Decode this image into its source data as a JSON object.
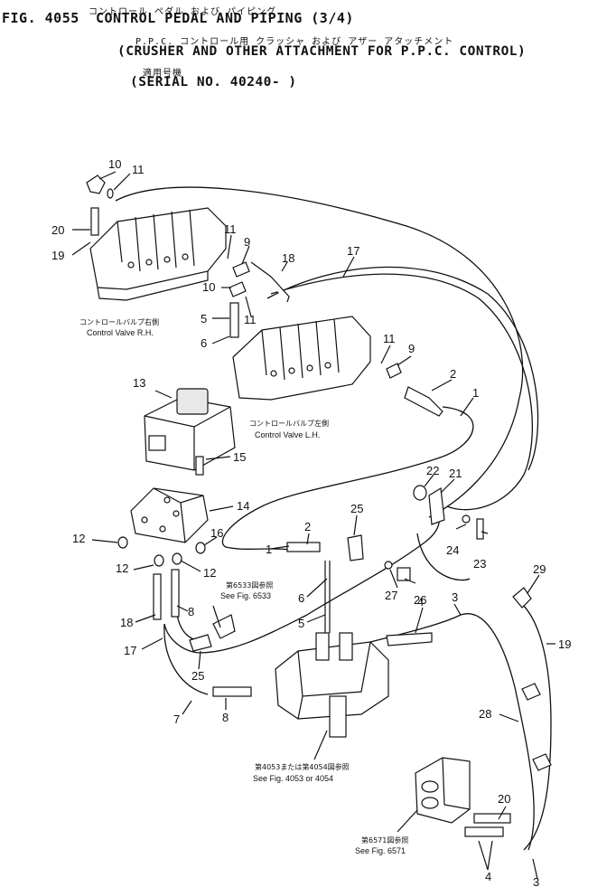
{
  "header": {
    "fig_label": "FIG. 4055",
    "title_jp": "コントロール ペダル および パイピング",
    "title_en": "CONTROL PEDAL AND PIPING (3/4)",
    "subtitle_jp": "P.P.C. コントロール用 クラッシャ および アザー アタッチメント",
    "subtitle_en": "(CRUSHER AND OTHER ATTACHMENT FOR P.P.C. CONTROL)",
    "serial_jp": "適用号機",
    "serial_en": "(SERIAL NO. 40240- )"
  },
  "captions": {
    "valve_rh_jp": "コントロールバルブ右側",
    "valve_rh_en": "Control Valve R.H.",
    "valve_lh_jp": "コントロールバルブ左側",
    "valve_lh_en": "Control Valve L.H.",
    "fig6533_jp": "第6533図参照",
    "fig6533_en": "See Fig. 6533",
    "fig4053_jp": "第4053または第4054図参照",
    "fig4053_en": "See Fig. 4053 or 4054",
    "fig6571_jp": "第6571図参照",
    "fig6571_en": "See Fig. 6571"
  },
  "part_numbers": [
    "10",
    "11",
    "20",
    "19",
    "11",
    "9",
    "18",
    "17",
    "10",
    "11",
    "5",
    "6",
    "11",
    "9",
    "2",
    "1",
    "13",
    "15",
    "14",
    "22",
    "21",
    "12",
    "16",
    "12",
    "12",
    "25",
    "2",
    "1",
    "24",
    "23",
    "29",
    "27",
    "26",
    "4",
    "3",
    "6",
    "5",
    "18",
    "17",
    "8",
    "25",
    "7",
    "8",
    "19",
    "28",
    "20",
    "4",
    "3"
  ]
}
